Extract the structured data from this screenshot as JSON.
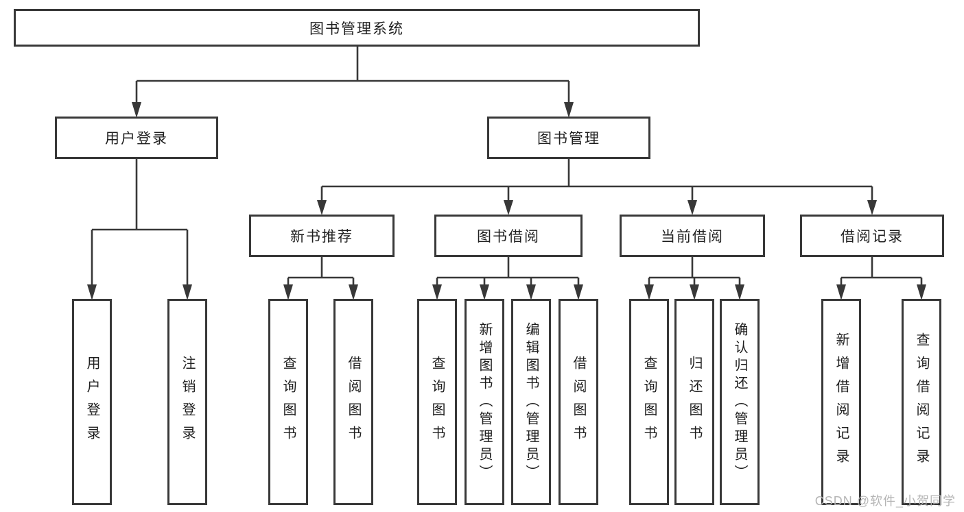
{
  "root": {
    "label": "图书管理系统"
  },
  "login_branch": {
    "label": "用户登录",
    "children": [
      {
        "label": "用户登录"
      },
      {
        "label": "注销登录"
      }
    ]
  },
  "mgmt_branch": {
    "label": "图书管理",
    "modules": [
      {
        "label": "新书推荐",
        "children": [
          {
            "label": "查询图书"
          },
          {
            "label": "借阅图书"
          }
        ]
      },
      {
        "label": "图书借阅",
        "children": [
          {
            "label": "查询图书"
          },
          {
            "label": "新增图书（管理员）"
          },
          {
            "label": "编辑图书（管理员）"
          },
          {
            "label": "借阅图书"
          }
        ]
      },
      {
        "label": "当前借阅",
        "children": [
          {
            "label": "查询图书"
          },
          {
            "label": "归还图书"
          },
          {
            "label": "确认归还（管理员）"
          }
        ]
      },
      {
        "label": "借阅记录",
        "children": [
          {
            "label": "新增借阅记录"
          },
          {
            "label": "查询借阅记录"
          }
        ]
      }
    ]
  },
  "watermark": {
    "text": "CSDN @软件_小贺同学"
  },
  "colors": {
    "line": "#383838",
    "text": "#1f1f1f",
    "watermark": "#b5b5b5",
    "background": "#ffffff"
  }
}
